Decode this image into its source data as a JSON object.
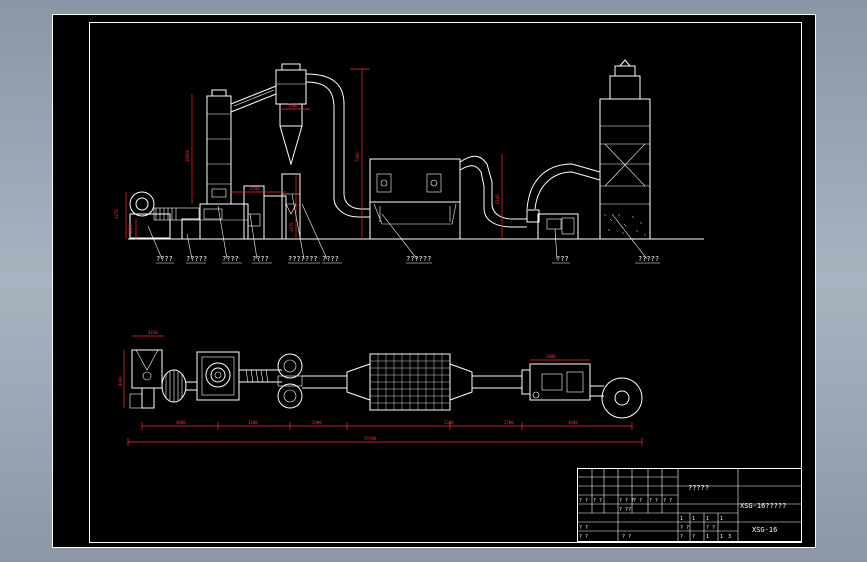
{
  "title_block": {
    "drawing_name": "?????",
    "project_title": "XSG-16?????",
    "drawing_number": "XSG-16",
    "cells": {
      "r5c1": "? ?",
      "r5c2": "? ?",
      "r5c3": "? ? ?",
      "r5c4": "? ?",
      "r5c5": "? ?",
      "r5c6": "? ?",
      "r6c2": "? ??",
      "r7c1": "? ?",
      "r8c1": "? ?",
      "r8c2": "? ?",
      "right1": "1",
      "right2": "1",
      "right3": "1",
      "right4": "1",
      "right5": "? ?",
      "right6": "? ?",
      "right7": "?",
      "right8": "?",
      "right9": "1",
      "right10": "1",
      "right11": "3"
    }
  },
  "callouts": [
    "????",
    "?????",
    "????",
    "????",
    "???????",
    "????",
    "??????",
    "???",
    "?????"
  ],
  "dimensions": {
    "elevation_heights": [
      "2270",
      "10600",
      "7000",
      "5100",
      "2870",
      "1850"
    ],
    "elevation_horiz": [
      "2500",
      "5300"
    ],
    "plan_top": [
      "4410",
      "2800"
    ],
    "plan_left": "4300",
    "plan_segments": [
      "4000",
      "3100",
      "2900",
      "5300",
      "2700",
      "4400"
    ],
    "plan_overall": "29700"
  }
}
